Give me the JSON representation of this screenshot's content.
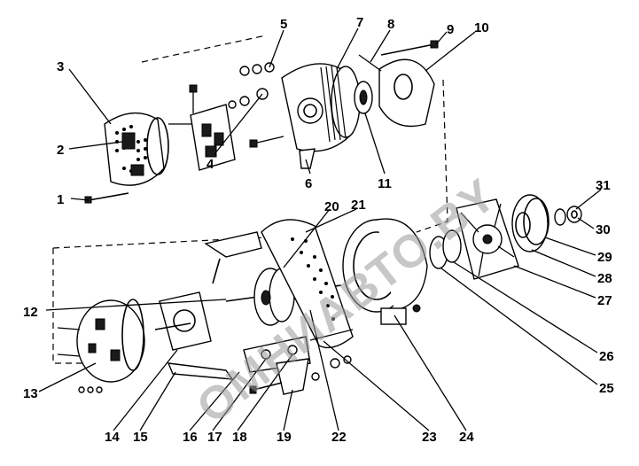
{
  "watermark": "ОМНИАВТО.BY",
  "callouts": [
    {
      "id": "1",
      "label": "1"
    },
    {
      "id": "2",
      "label": "2"
    },
    {
      "id": "3",
      "label": "3"
    },
    {
      "id": "4",
      "label": "4"
    },
    {
      "id": "5",
      "label": "5"
    },
    {
      "id": "6",
      "label": "6"
    },
    {
      "id": "7",
      "label": "7"
    },
    {
      "id": "8",
      "label": "8"
    },
    {
      "id": "9",
      "label": "9"
    },
    {
      "id": "10",
      "label": "10"
    },
    {
      "id": "11",
      "label": "11"
    },
    {
      "id": "12",
      "label": "12"
    },
    {
      "id": "13",
      "label": "13"
    },
    {
      "id": "14",
      "label": "14"
    },
    {
      "id": "15",
      "label": "15"
    },
    {
      "id": "16",
      "label": "16"
    },
    {
      "id": "17",
      "label": "17"
    },
    {
      "id": "18",
      "label": "18"
    },
    {
      "id": "19",
      "label": "19"
    },
    {
      "id": "20",
      "label": "20"
    },
    {
      "id": "21",
      "label": "21"
    },
    {
      "id": "22",
      "label": "22"
    },
    {
      "id": "23",
      "label": "23"
    },
    {
      "id": "24",
      "label": "24"
    },
    {
      "id": "25",
      "label": "25"
    },
    {
      "id": "26",
      "label": "26"
    },
    {
      "id": "27",
      "label": "27"
    },
    {
      "id": "28",
      "label": "28"
    },
    {
      "id": "29",
      "label": "29"
    },
    {
      "id": "30",
      "label": "30"
    },
    {
      "id": "31",
      "label": "31"
    }
  ]
}
